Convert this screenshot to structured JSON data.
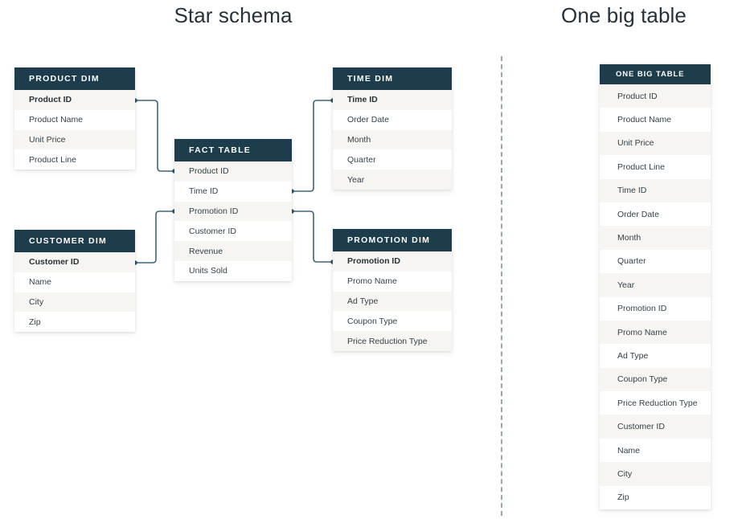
{
  "panels": {
    "star": {
      "title": "Star schema"
    },
    "obt": {
      "title": "One big table"
    }
  },
  "colors": {
    "header_bg": "#1d3c4c",
    "row_alt_bg": "#f7f5f1",
    "row_bg": "#ffffff",
    "text": "#33424a",
    "connector": "#3d6577",
    "divider": "#9ba6a9",
    "title": "#26323a"
  },
  "tables": {
    "product_dim": {
      "title": "PRODUCT DIM",
      "rows": [
        {
          "label": "Product ID",
          "key": true
        },
        {
          "label": "Product Name",
          "key": false
        },
        {
          "label": "Unit Price",
          "key": false
        },
        {
          "label": "Product Line",
          "key": false
        }
      ]
    },
    "customer_dim": {
      "title": "CUSTOMER DIM",
      "rows": [
        {
          "label": "Customer ID",
          "key": true
        },
        {
          "label": "Name",
          "key": false
        },
        {
          "label": "City",
          "key": false
        },
        {
          "label": "Zip",
          "key": false
        }
      ]
    },
    "fact_table": {
      "title": "FACT TABLE",
      "rows": [
        {
          "label": "Product ID",
          "key": false
        },
        {
          "label": "Time ID",
          "key": false
        },
        {
          "label": "Promotion ID",
          "key": false
        },
        {
          "label": "Customer ID",
          "key": false
        },
        {
          "label": "Revenue",
          "key": false
        },
        {
          "label": "Units Sold",
          "key": false
        }
      ]
    },
    "time_dim": {
      "title": "TIME DIM",
      "rows": [
        {
          "label": "Time ID",
          "key": true
        },
        {
          "label": "Order Date",
          "key": false
        },
        {
          "label": "Month",
          "key": false
        },
        {
          "label": "Quarter",
          "key": false
        },
        {
          "label": "Year",
          "key": false
        }
      ]
    },
    "promotion_dim": {
      "title": "PROMOTION DIM",
      "rows": [
        {
          "label": "Promotion ID",
          "key": true
        },
        {
          "label": "Promo Name",
          "key": false
        },
        {
          "label": "Ad Type",
          "key": false
        },
        {
          "label": "Coupon Type",
          "key": false
        },
        {
          "label": "Price Reduction Type",
          "key": false
        }
      ]
    },
    "one_big_table": {
      "title": "ONE BIG TABLE",
      "rows": [
        {
          "label": "Product ID",
          "key": false
        },
        {
          "label": "Product Name",
          "key": false
        },
        {
          "label": "Unit Price",
          "key": false
        },
        {
          "label": "Product Line",
          "key": false
        },
        {
          "label": "Time ID",
          "key": false
        },
        {
          "label": "Order Date",
          "key": false
        },
        {
          "label": "Month",
          "key": false
        },
        {
          "label": "Quarter",
          "key": false
        },
        {
          "label": "Year",
          "key": false
        },
        {
          "label": "Promotion ID",
          "key": false
        },
        {
          "label": "Promo Name",
          "key": false
        },
        {
          "label": "Ad Type",
          "key": false
        },
        {
          "label": "Coupon Type",
          "key": false
        },
        {
          "label": "Price Reduction Type",
          "key": false
        },
        {
          "label": "Customer ID",
          "key": false
        },
        {
          "label": "Name",
          "key": false
        },
        {
          "label": "City",
          "key": false
        },
        {
          "label": "Zip",
          "key": false
        }
      ]
    }
  },
  "relationships": [
    {
      "name": "product-dim-to-fact-table",
      "from": "product_dim.Product ID",
      "to": "fact_table.Product ID"
    },
    {
      "name": "customer-dim-to-fact-table",
      "from": "customer_dim.Customer ID",
      "to": "fact_table.Customer ID"
    },
    {
      "name": "fact-table-to-time-dim",
      "from": "fact_table.Time ID",
      "to": "time_dim.Time ID"
    },
    {
      "name": "fact-table-to-promotion-dim",
      "from": "fact_table.Promotion ID",
      "to": "promotion_dim.Promotion ID"
    }
  ]
}
